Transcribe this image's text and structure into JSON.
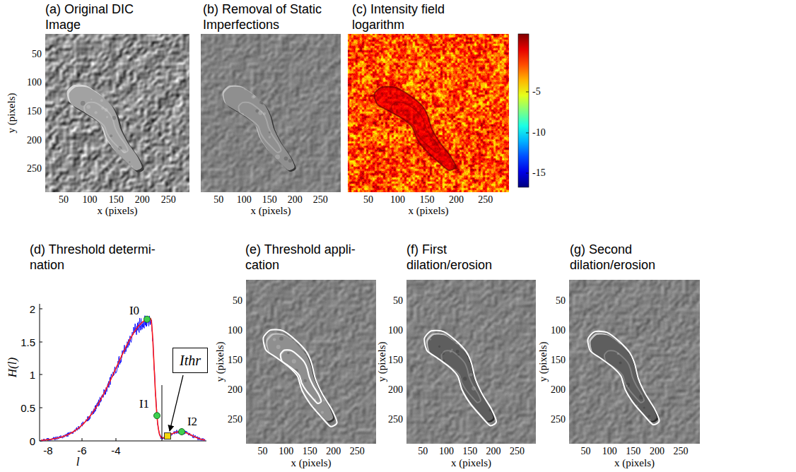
{
  "diagram": {
    "nodes": [
      {
        "text": [
          "Ithr"
        ]
      }
    ],
    "labels": [
      "(a) Original DIC Image",
      "50",
      "100",
      "150",
      "200",
      "250",
      "y (pixels)",
      "50",
      "100",
      "150",
      "200",
      "250",
      "x (pixels)",
      "(b) Removal of Static Imperfections",
      "50",
      "100",
      "150",
      "200",
      "250",
      "x (pixels)",
      "(c) Intensity field logarithm",
      "-5",
      "-10",
      "-15",
      "50",
      "100",
      "150",
      "200",
      "250",
      "x (pixels)",
      "(d) Threshold determi- nation",
      "H(l)",
      "2",
      "1.5",
      "1",
      "0.5",
      "0",
      "I0",
      "I1",
      "I2",
      "-8",
      "-6",
      "-4",
      "l",
      "(e) Threshold appli- cation",
      "50",
      "100",
      "150",
      "200",
      "250",
      "y (pixels)",
      "50",
      "100",
      "150",
      "200",
      "250",
      "x (pixels)",
      "(f) First dilation/erosion",
      "50",
      "100",
      "150",
      "200",
      "250",
      "y (pixels)",
      "50",
      "100",
      "150",
      "200",
      "250",
      "x (pixels)",
      "(g) Second dilation/erosion",
      "50",
      "100",
      "150",
      "200",
      "250",
      "y (pixels)",
      "50",
      "100",
      "150",
      "200",
      "250",
      "x (pixels)"
    ]
  }
}
